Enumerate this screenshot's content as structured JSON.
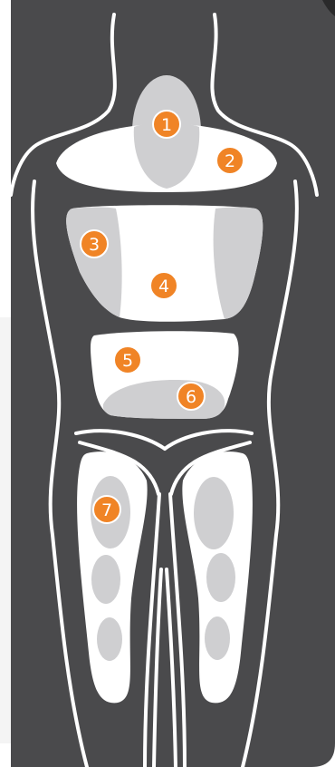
{
  "colors": {
    "panel": "#4a4a4c",
    "outline": "#ffffff",
    "pad_fill": "#ffffff",
    "zone_fill": "#cfcfd1",
    "marker": "#f08426",
    "marker_stroke": "#ffffff",
    "left_strip": "#f4f4f4"
  },
  "markers": [
    {
      "id": "1",
      "label": "1"
    },
    {
      "id": "2",
      "label": "2"
    },
    {
      "id": "3",
      "label": "3"
    },
    {
      "id": "4",
      "label": "4"
    },
    {
      "id": "5",
      "label": "5"
    },
    {
      "id": "6",
      "label": "6"
    },
    {
      "id": "7",
      "label": "7"
    }
  ]
}
